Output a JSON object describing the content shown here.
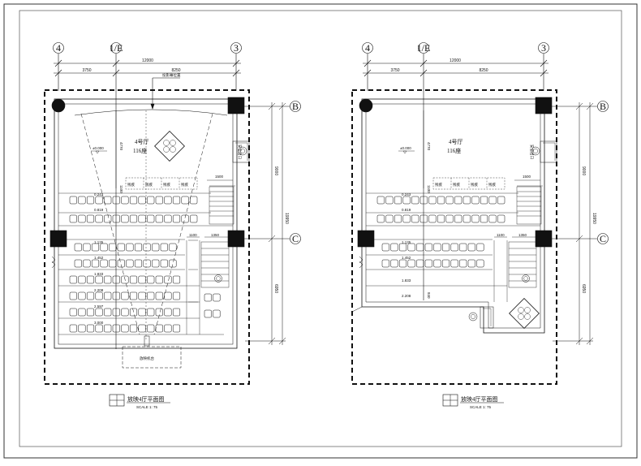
{
  "plans": [
    {
      "id": "left",
      "axes": {
        "a4": "4",
        "a1e": "1/E",
        "a3": "3",
        "aB": "B",
        "aC": "C"
      },
      "dims_top": {
        "total": "12000",
        "seg1": "3750",
        "seg2": "8250"
      },
      "dims_right": {
        "total": "19950",
        "upper": "9000",
        "lower": "6950"
      },
      "screen_note": "投影幕位置",
      "hall_name": "4号厅",
      "seat_count": "116座",
      "elev_zero": "±0.000",
      "depth_label": "4770",
      "stage_label": "1500",
      "box_labels": [
        "残疾",
        "残疾",
        "残疾",
        "残疾"
      ],
      "row_levels": [
        "0.243",
        "0.819",
        "1.135",
        "1.452",
        "1.833",
        "2.208",
        "2.597",
        "3.000"
      ],
      "corr_w1": "1100",
      "corr_w2": "1350",
      "side_dim_a": "1100",
      "exit_note": "安全出口",
      "projection_label": "放映机台",
      "caption": "放映4厅平面图",
      "scale": "SCALE 1: 75"
    },
    {
      "id": "right",
      "axes": {
        "a4": "4",
        "a1e": "1/E",
        "a3": "3",
        "aB": "B",
        "aC": "C"
      },
      "dims_top": {
        "total": "12000",
        "seg1": "3750",
        "seg2": "8250"
      },
      "dims_right": {
        "total": "19950",
        "upper": "9000",
        "lower": "6950"
      },
      "hall_name": "4号厅",
      "seat_count": "116座",
      "elev_zero": "±0.000",
      "depth_label": "4770",
      "stage_label": "1500",
      "box_labels": [
        "残疾",
        "残疾",
        "残疾",
        "残疾"
      ],
      "row_levels": [
        "0.243",
        "0.819",
        "1.135",
        "1.452",
        "1.833",
        "2.208"
      ],
      "corr_w1": "1100",
      "corr_w2": "1350",
      "side_dim_a": "1100",
      "side_dim_b": "840",
      "exit_note": "安全出口",
      "caption": "放映4厅平面图",
      "scale": "SCALE 1: 75"
    }
  ],
  "colors": {
    "line": "#111111",
    "fill_column": "#111111",
    "border": "#333333"
  }
}
